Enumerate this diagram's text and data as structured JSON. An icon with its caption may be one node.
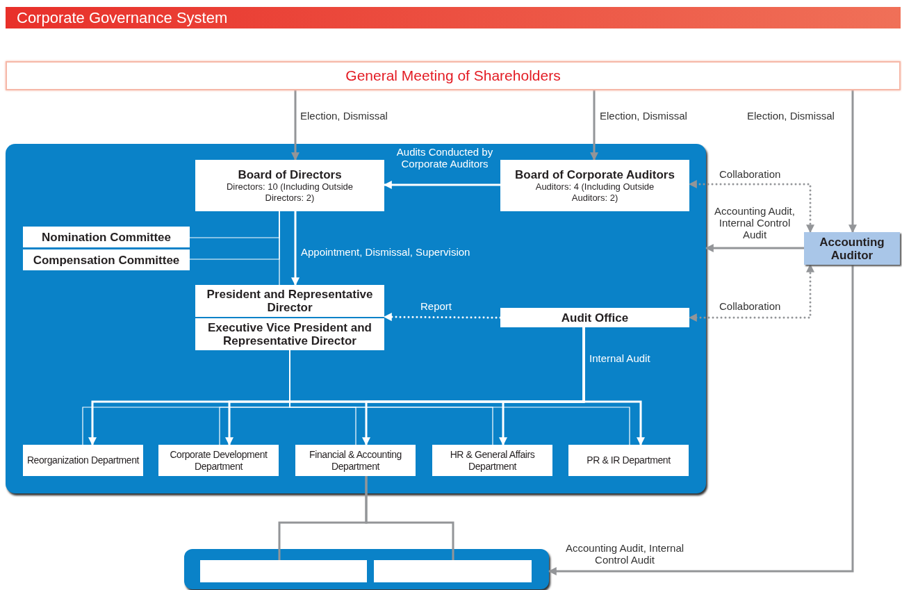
{
  "diagram": {
    "title": "Corporate Governance System",
    "nodes": [
      {
        "text": [
          "General Meeting of Shareholders"
        ]
      },
      {
        "text": [],
        "shape": "box"
      },
      {
        "text": [
          "Board of Directors",
          "Directors: 10 (Including Outside Directors: 2)"
        ],
        "in": 1
      },
      {
        "text": [
          "Board of Corporate Auditors",
          "Auditors: 4 (Including Outside Auditors: 2)"
        ],
        "in": 1
      },
      {
        "text": [
          "Nomination Committee"
        ],
        "in": 1
      },
      {
        "text": [
          "Compensation Committee"
        ],
        "in": 1
      },
      {
        "text": [
          "President and Representative Director"
        ],
        "in": 1
      },
      {
        "text": [
          "Executive Vice President and Representative Director"
        ],
        "in": 1
      },
      {
        "text": [
          "Audit Office"
        ],
        "in": 1
      },
      {
        "text": [
          "Reorganization Department"
        ],
        "in": 1
      },
      {
        "text": [
          "Corporate Development Department"
        ],
        "in": 1
      },
      {
        "text": [
          "Financial & Accounting Department"
        ],
        "in": 1
      },
      {
        "text": [
          "HR & General Affairs Department"
        ],
        "in": 1
      },
      {
        "text": [
          "PR & IR Department"
        ],
        "in": 1
      },
      {
        "text": [
          "Accounting Auditor"
        ]
      },
      {
        "text": [],
        "shape": "box"
      },
      {
        "text": [],
        "shape": "box",
        "in": 15
      },
      {
        "text": [],
        "shape": "box",
        "in": 15
      }
    ],
    "edges": [
      {
        "from": 0,
        "to": 2,
        "arrow": "to",
        "label": "Election, Dismissal",
        "color": "#939598"
      },
      {
        "from": 0,
        "to": 3,
        "arrow": "to",
        "label": "Election, Dismissal",
        "color": "#939598"
      },
      {
        "from": 0,
        "to": 14,
        "arrow": "to",
        "label": "Election, Dismissal",
        "color": "#939598"
      },
      {
        "from": 3,
        "to": 2,
        "arrow": "to",
        "label": "Audits Conducted by Corporate Auditors"
      },
      {
        "from": 2,
        "to": 6,
        "arrow": "to",
        "label": "Appointment, Dismissal, Supervision"
      },
      {
        "from": 2,
        "to": 6,
        "arrow": "none"
      },
      {
        "from": 4,
        "to": 2,
        "arrow": "none"
      },
      {
        "from": 5,
        "to": 2,
        "arrow": "none"
      },
      {
        "from": 8,
        "to": 6,
        "arrow": "to",
        "label": "Report",
        "style": "dashed"
      },
      {
        "from": 8,
        "to": 9,
        "arrow": "to",
        "label": "Internal Audit"
      },
      {
        "from": 8,
        "to": 10,
        "arrow": "to"
      },
      {
        "from": 8,
        "to": 11,
        "arrow": "to"
      },
      {
        "from": 8,
        "to": 12,
        "arrow": "to"
      },
      {
        "from": 8,
        "to": 13,
        "arrow": "to"
      },
      {
        "from": 7,
        "to": 9,
        "arrow": "none"
      },
      {
        "from": 7,
        "to": 10,
        "arrow": "none"
      },
      {
        "from": 7,
        "to": 11,
        "arrow": "none"
      },
      {
        "from": 7,
        "to": 12,
        "arrow": "none"
      },
      {
        "from": 7,
        "to": 13,
        "arrow": "none"
      },
      {
        "from": 14,
        "to": 3,
        "arrow": "both",
        "label": "Collaboration",
        "style": "dashed",
        "color": "#939598"
      },
      {
        "from": 14,
        "to": 8,
        "arrow": "both",
        "label": "Collaboration",
        "style": "dashed",
        "color": "#939598"
      },
      {
        "from": 14,
        "to": 1,
        "arrow": "to",
        "label": "Accounting Audit, Internal Control Audit",
        "color": "#939598"
      },
      {
        "from": 14,
        "to": 15,
        "arrow": "to",
        "label": "Accounting Audit, Internal Control Audit",
        "color": "#939598"
      },
      {
        "from": 11,
        "to": 16,
        "arrow": "none",
        "color": "#939598"
      },
      {
        "from": 11,
        "to": 17,
        "arrow": "none",
        "color": "#939598"
      }
    ]
  }
}
